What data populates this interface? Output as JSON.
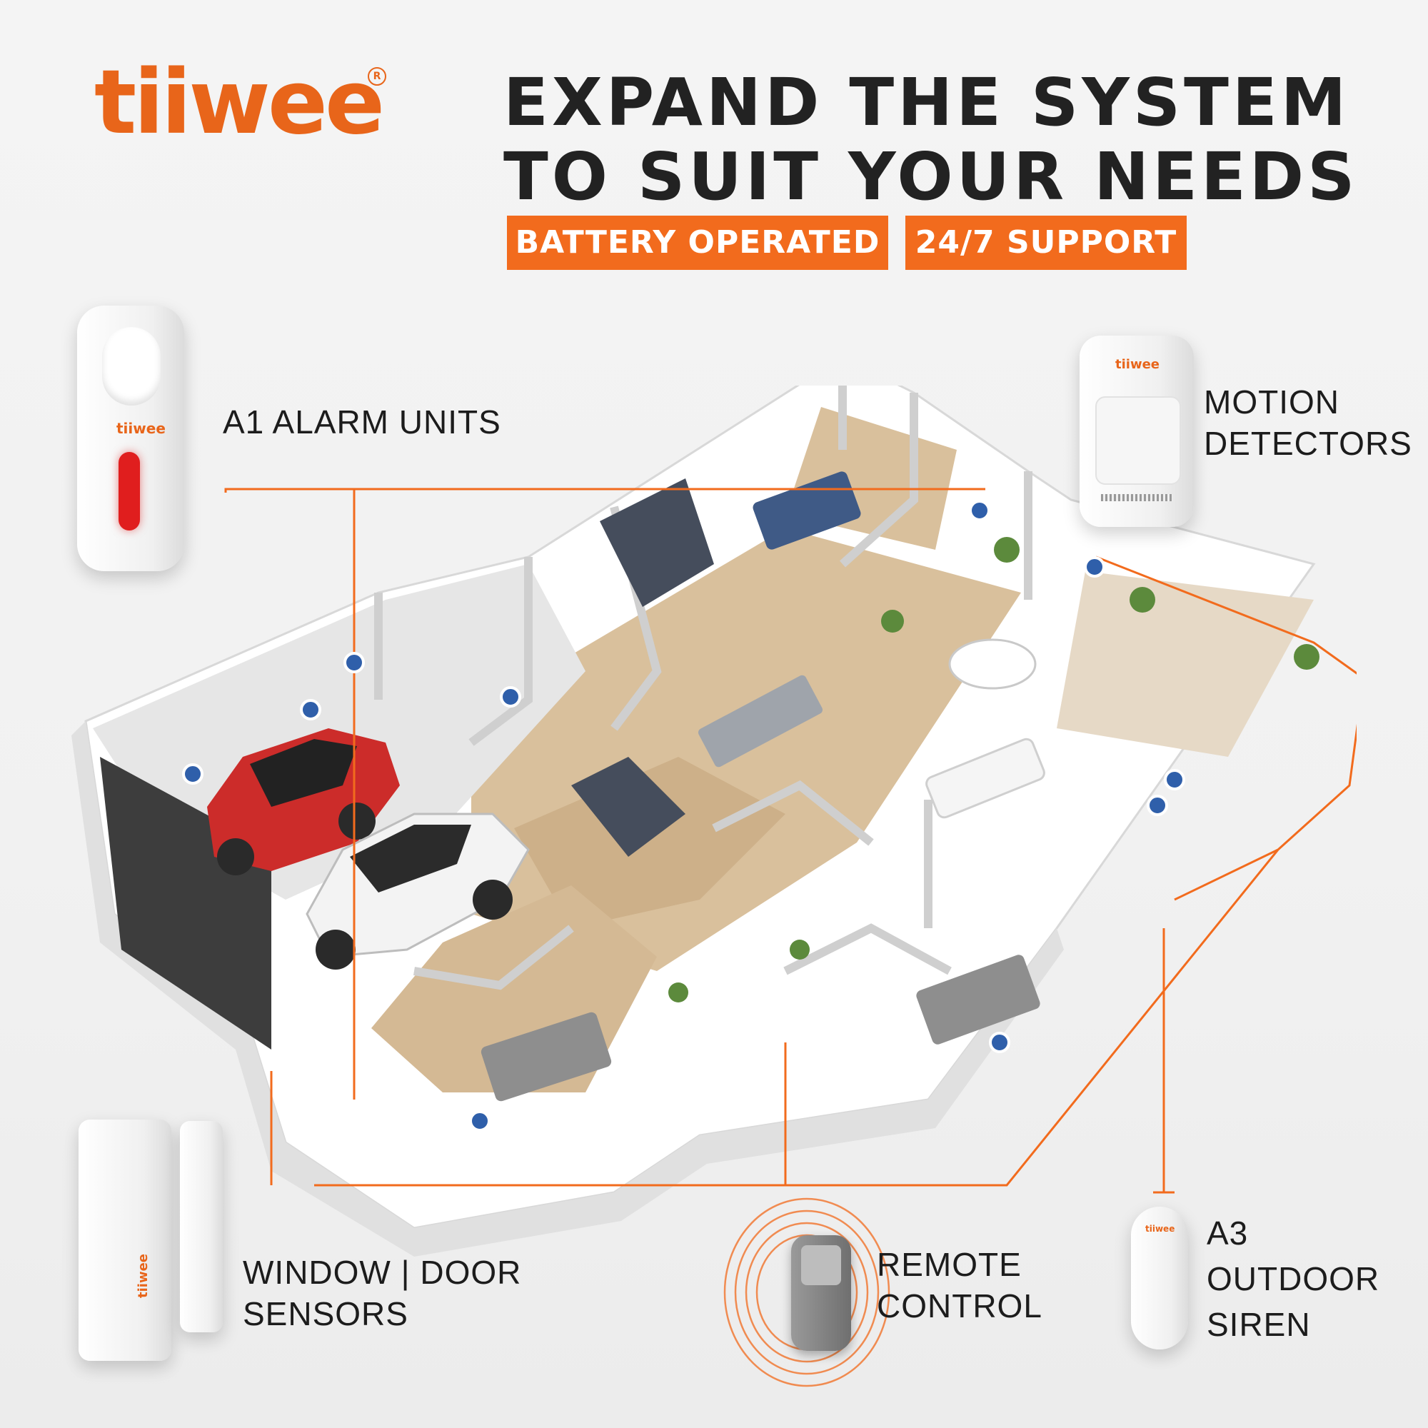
{
  "brand": {
    "name": "tiiwee",
    "reg": "R"
  },
  "headline": {
    "line1": "EXPAND THE SYSTEM",
    "line2": "TO SUIT YOUR NEEDS"
  },
  "badges": [
    "BATTERY OPERATED",
    "24/7 SUPPORT"
  ],
  "labels": {
    "alarm": "A1 ALARM UNITS",
    "motion": [
      "MOTION",
      "DETECTORS"
    ],
    "sensors": [
      "WINDOW | DOOR",
      "SENSORS"
    ],
    "remote": [
      "REMOTE",
      "CONTROL"
    ],
    "siren": [
      "A3",
      "OUTDOOR",
      "SIREN"
    ]
  },
  "device_brand_text": "tiiwee",
  "colors": {
    "accent": "#f26b1d",
    "dot": "#2f5faa",
    "text": "#222222"
  },
  "icons": [
    "alarm-unit-image",
    "motion-detector-image",
    "door-sensor-image",
    "remote-control-image",
    "outdoor-siren-image",
    "house-floorplan-illustration"
  ]
}
